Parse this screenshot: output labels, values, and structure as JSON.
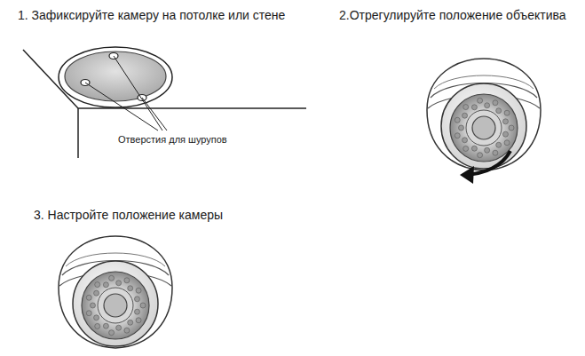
{
  "diagram": {
    "labels": [
      "1. Зафиксируйте камеру на потолке или стене",
      "2.Отрегулируйте положение объектива",
      "3. Настройте положение камеры",
      "Отверстия для шурупов"
    ]
  }
}
